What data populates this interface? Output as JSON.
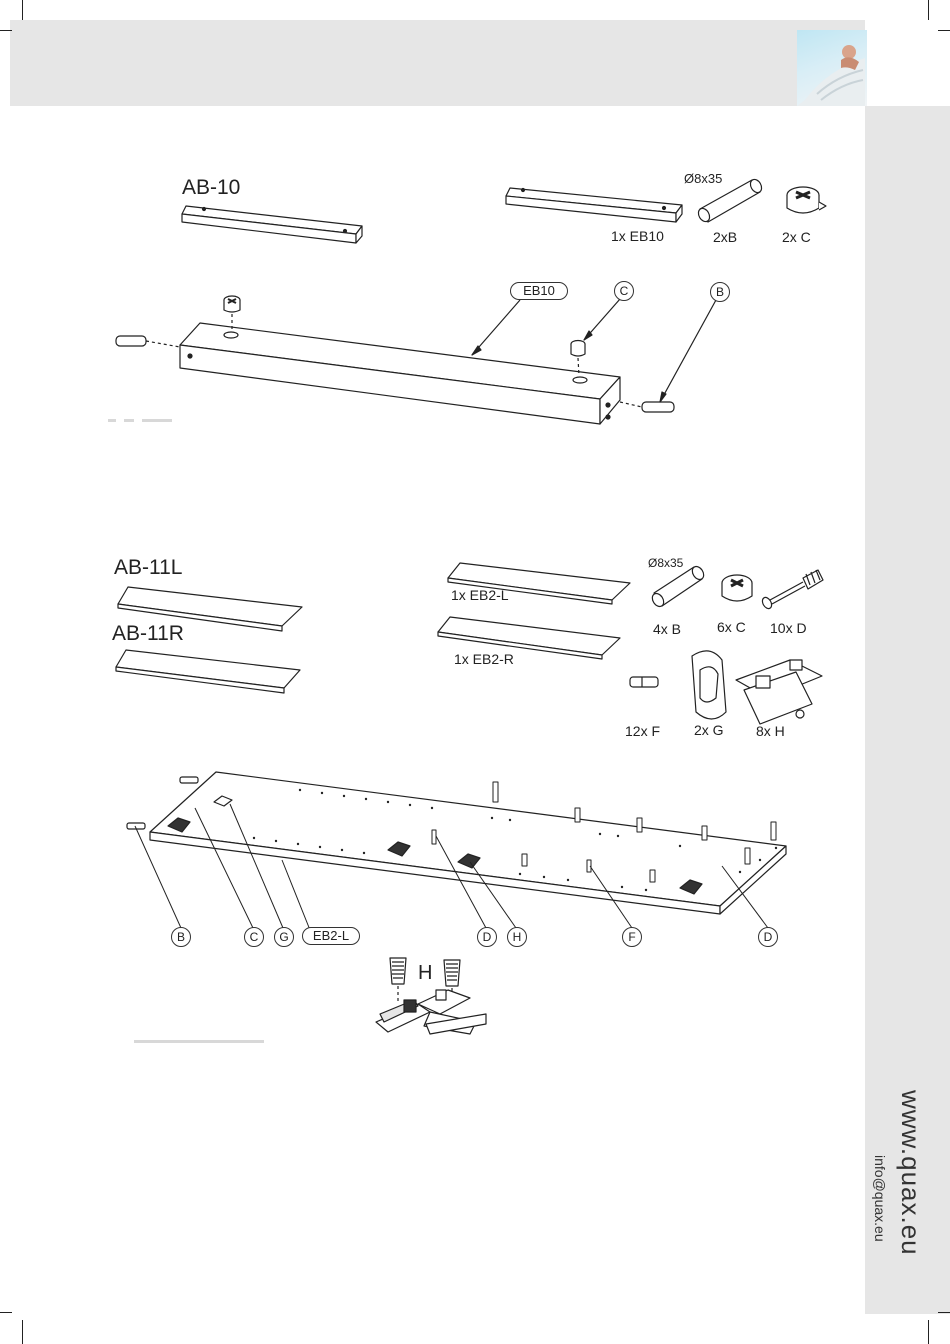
{
  "footer": {
    "url": "www.quax.eu",
    "email": "info@quax.eu"
  },
  "step1": {
    "title": "AB-10",
    "parts": [
      {
        "label": "1x EB10"
      },
      {
        "label": "2xB",
        "dimension": "Ø8x35"
      },
      {
        "label": "2x C"
      }
    ],
    "callouts": {
      "panel": "EB10",
      "cam": "C",
      "dowel": "B"
    }
  },
  "step2": {
    "title_left": "AB-11L",
    "title_right": "AB-11R",
    "parts": [
      {
        "label": "1x EB2-L"
      },
      {
        "label": "1x EB2-R"
      },
      {
        "label": "4x B",
        "dimension": "Ø8x35"
      },
      {
        "label": "6x C"
      },
      {
        "label": "10x D"
      },
      {
        "label": "12x F"
      },
      {
        "label": "2x G"
      },
      {
        "label": "8x H"
      }
    ],
    "callouts": [
      "B",
      "C",
      "G",
      "EB2-L",
      "D",
      "H",
      "F",
      "D"
    ],
    "detail_label": "H"
  }
}
